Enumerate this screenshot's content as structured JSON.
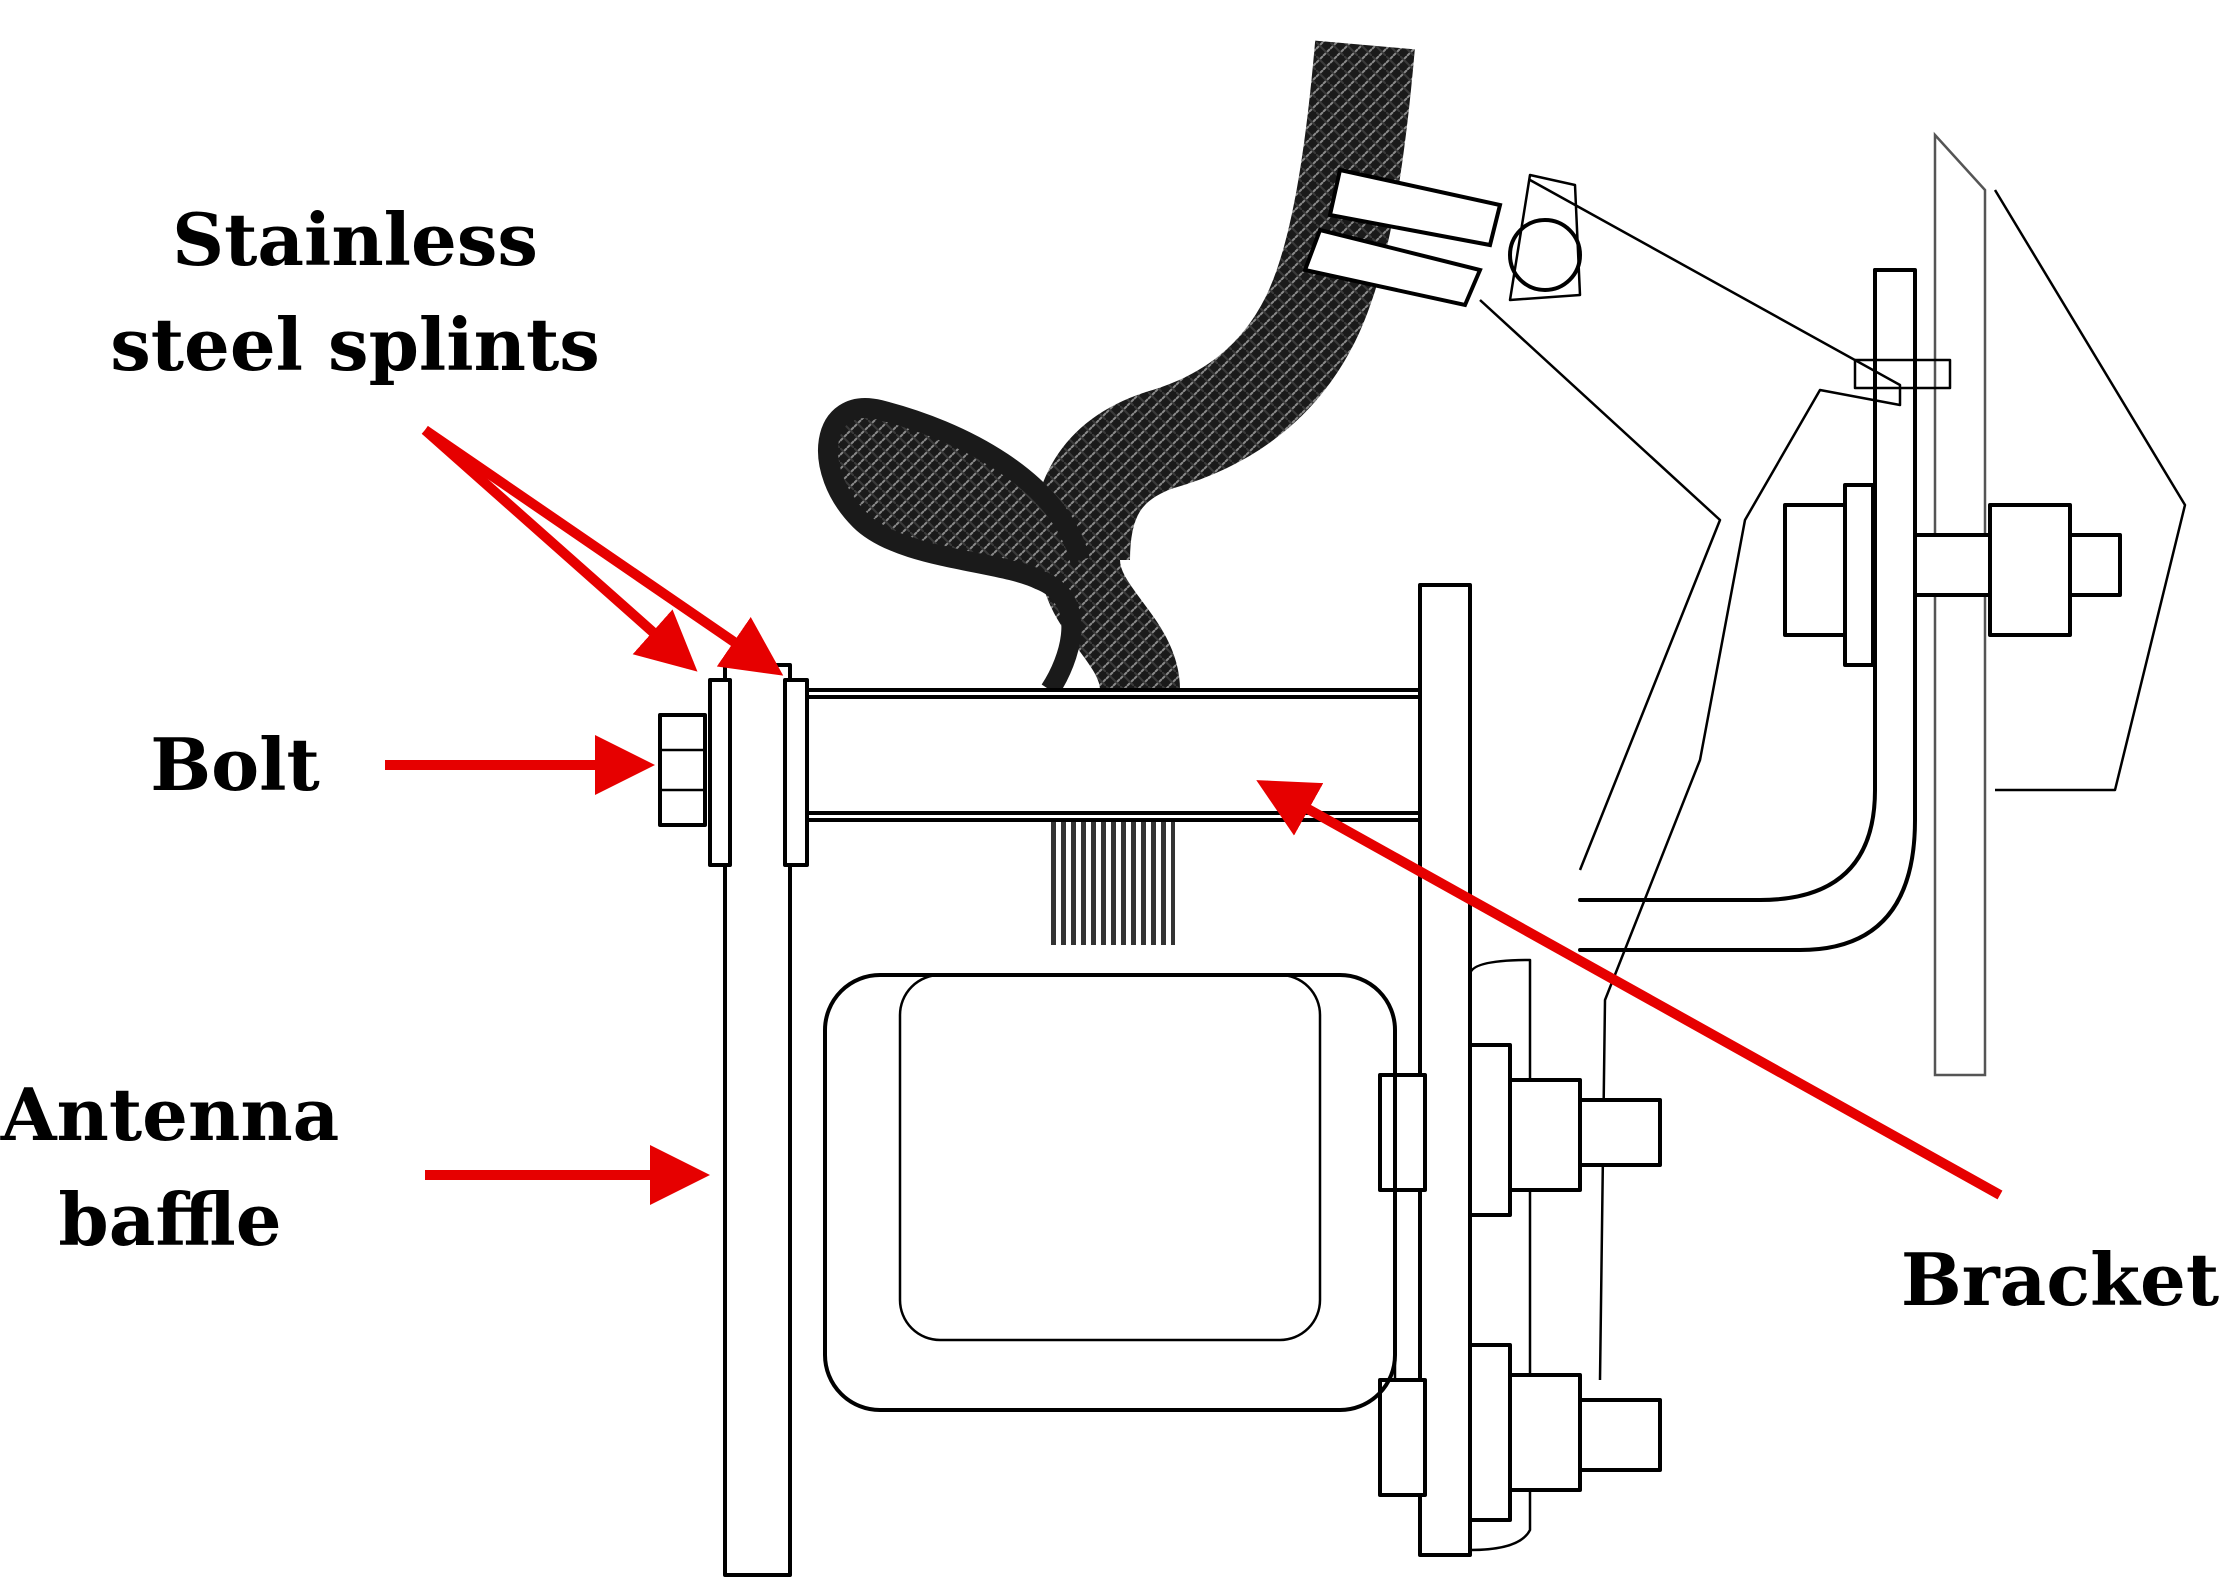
{
  "labels": {
    "splints_line1": "Stainless",
    "splints_line2": "steel splints",
    "bolt": "Bolt",
    "baffle_line1": "Antenna",
    "baffle_line2": "baffle",
    "bracket": "Bracket"
  },
  "colors": {
    "arrow": "#e60000",
    "line": "#000000",
    "background": "#ffffff",
    "braid": "#1a1a1a"
  }
}
